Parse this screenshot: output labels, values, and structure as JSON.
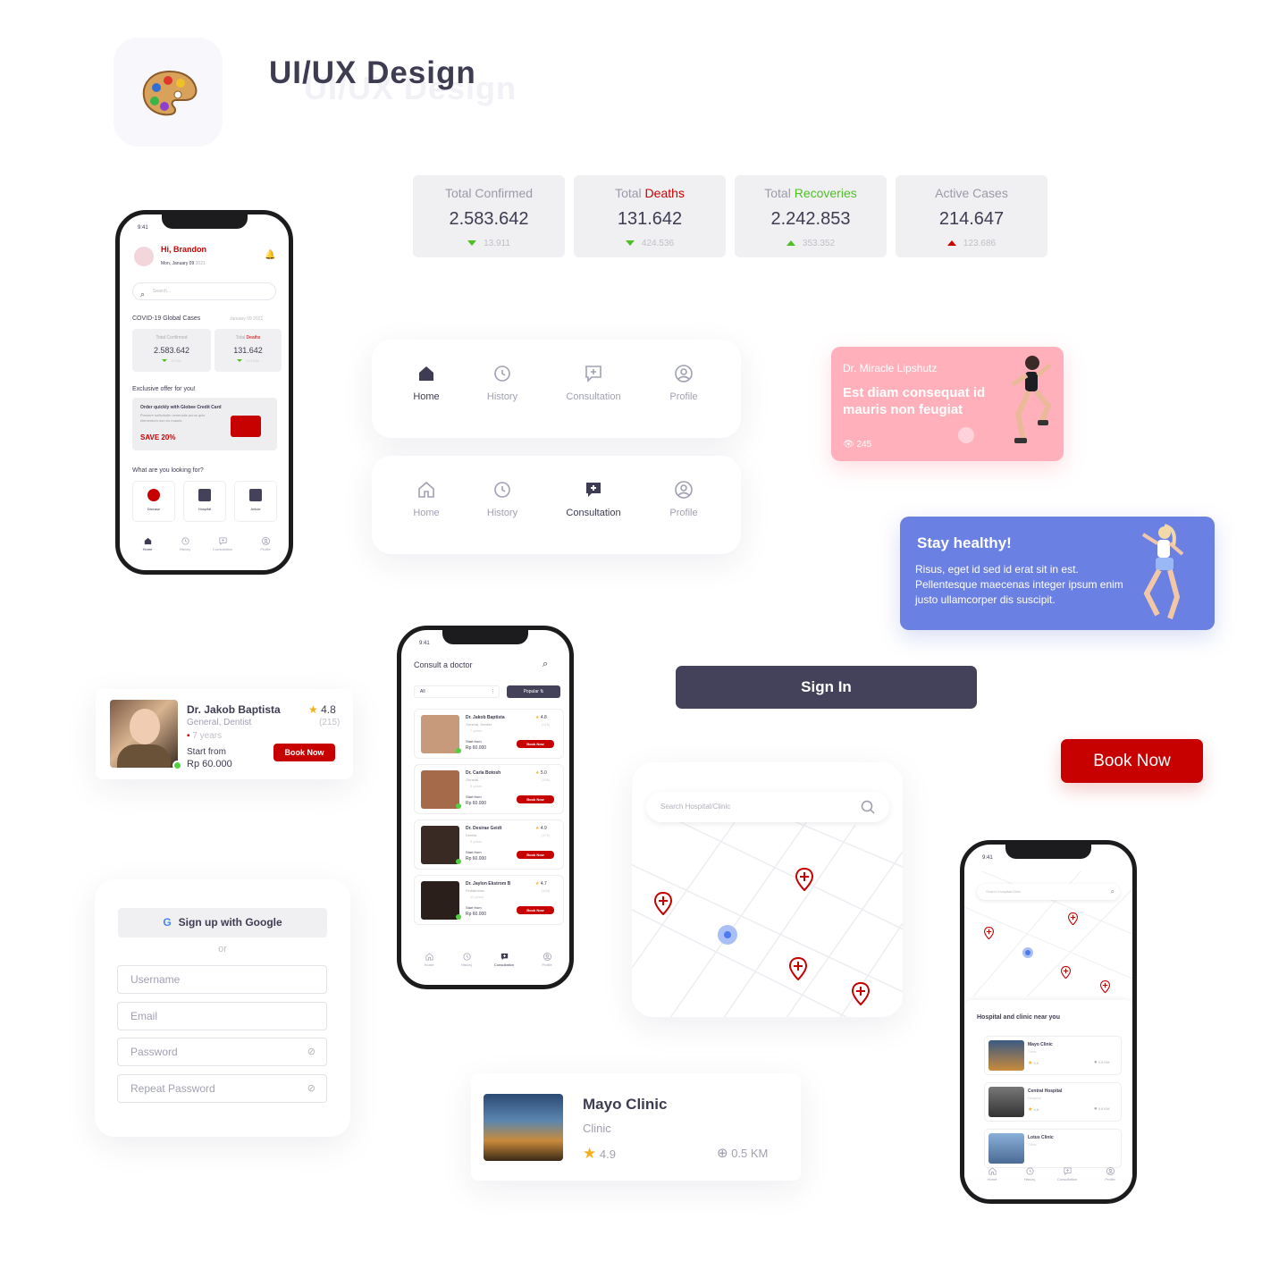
{
  "header": {
    "title": "UI/UX Design",
    "app_icon": "palette-icon"
  },
  "stats": [
    {
      "prefix": "Total",
      "word": " Confirmed",
      "word_color": "#9a9aaa",
      "value": "2.583.642",
      "change": "13.911",
      "dir": "down"
    },
    {
      "prefix": "Total",
      "word": " Deaths",
      "word_color": "#c70000",
      "value": "131.642",
      "change": "424.536",
      "dir": "down"
    },
    {
      "prefix": "Total",
      "word": " Recoveries",
      "word_color": "#4fbf26",
      "value": "2.242.853",
      "change": "353.352",
      "dir": "up"
    },
    {
      "prefix": "Active",
      "word": " Cases",
      "word_color": "#9a9aaa",
      "value": "214.647",
      "change": "123.686",
      "dir": "up-red"
    }
  ],
  "nav": {
    "items": [
      "Home",
      "History",
      "Consultation",
      "Profile"
    ]
  },
  "article": {
    "author": "Dr. Miracle Lipshutz",
    "title": "Est diam consequat id mauris non feugiat",
    "views": "245",
    "bg": "#ffb0bb"
  },
  "healthy": {
    "title": "Stay healthy!",
    "body": "Risus, eget id sed id erat sit in est. Pellentesque maecenas integer ipsum enim justo ullamcorper dis suscipit.",
    "bg": "#6b80e3"
  },
  "buttons": {
    "sign_in": "Sign In",
    "book_now": "Book Now"
  },
  "doctor_card": {
    "name": "Dr. Jakob Baptista",
    "specialty": "General, Dentist",
    "exp": "7 years",
    "rating": "4.8",
    "reviews": "(215)",
    "start": "Start from",
    "price": "Rp 60.000",
    "book": "Book Now"
  },
  "signup": {
    "google": "Sign up with Google",
    "or": "or",
    "fields": [
      "Username",
      "Email",
      "Password",
      "Repeat Password"
    ]
  },
  "clinic_card": {
    "name": "Mayo Clinic",
    "type": "Clinic",
    "rating": "4.9",
    "distance": "0.5 KM"
  },
  "map": {
    "search_placeholder": "Search Hospital/Clinic"
  },
  "phone1": {
    "time": "9:41",
    "greet": "Hi, Brandon",
    "date": "Mon, January 09",
    "year": "2021",
    "search": "Search...",
    "section": "COVID-19 Global Cases",
    "section_date": "January 09 2021",
    "stat1": {
      "label": "Total Confirmed",
      "value": "2.583.642",
      "change": "13.911"
    },
    "stat2": {
      "label_a": "Total",
      "label_b": " Deaths",
      "value": "131.642",
      "change": "424.536"
    },
    "offer_title": "Exclusive offer for you!",
    "offer_head": "Order quickly with Globee Credit Card",
    "offer_body": "Posuere sollicitudin venenatis purus quis elementum non eu mauris.",
    "offer_save": "SAVE 20%",
    "looking": "What are you looking for?",
    "cats": [
      "Disease",
      "Hospital",
      "Article"
    ],
    "nav": [
      "Home",
      "History",
      "Consultation",
      "Profile"
    ]
  },
  "phone2": {
    "time": "9:41",
    "title": "Consult a doctor",
    "filter": "All",
    "sort": "Popular",
    "doctors": [
      {
        "name": "Dr. Jakob Baptista",
        "spec": "General, Dentist",
        "exp": "7 years",
        "rating": "4.8",
        "rev": "(215)",
        "start": "Start from",
        "price": "Rp 60.000",
        "book": "Book Now"
      },
      {
        "name": "Dr. Carla Botosh",
        "spec": "General",
        "exp": "5 years",
        "rating": "5.0",
        "rev": "(206)",
        "start": "Start from",
        "price": "Rp 60.000",
        "book": "Book Now"
      },
      {
        "name": "Dr. Desirae Geidt",
        "spec": "Dentist",
        "exp": "3 years",
        "rating": "4.9",
        "rev": "(179)",
        "start": "Start from",
        "price": "Rp 60.000",
        "book": "Book Now"
      },
      {
        "name": "Dr. Jaylon Ekstrom B",
        "spec": "Pediatrician",
        "exp": "11 years",
        "rating": "4.7",
        "rev": "(144)",
        "start": "Start from",
        "price": "Rp 60.000",
        "book": "Book Now"
      }
    ],
    "nav": [
      "Home",
      "History",
      "Consultation",
      "Profile"
    ]
  },
  "phone3": {
    "time": "9:41",
    "search": "Search Hospital/Clinic",
    "section": "Hospital and clinic near you",
    "places": [
      {
        "name": "Mayo Clinic",
        "type": "Clinic",
        "rating": "4.9",
        "dist": "0.5 KM"
      },
      {
        "name": "Central Hospital",
        "type": "Hospital",
        "rating": "4.8",
        "dist": "0.8 KM"
      },
      {
        "name": "Lotus Clinic",
        "type": "Clinic",
        "rating": "",
        "dist": ""
      }
    ],
    "nav": [
      "Home",
      "History",
      "Consultation",
      "Profile"
    ]
  }
}
